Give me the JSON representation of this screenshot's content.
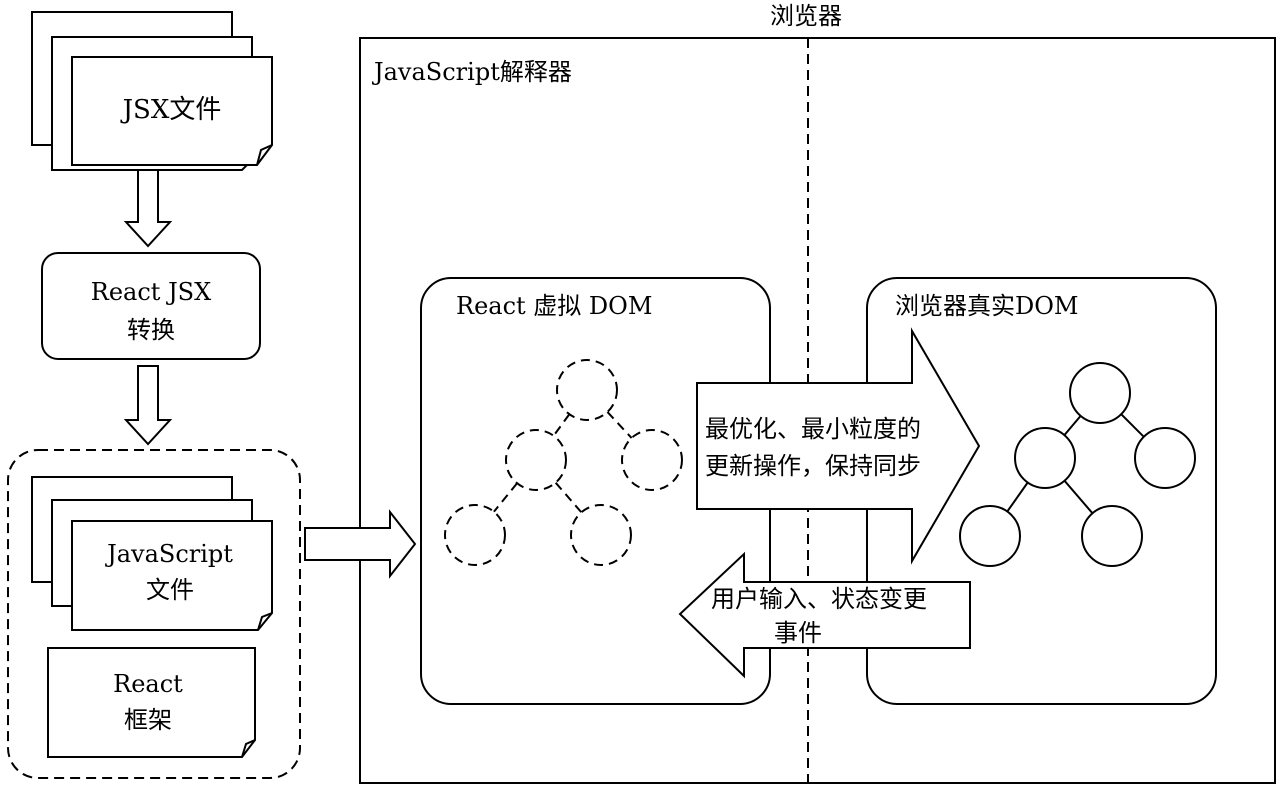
{
  "browser": {
    "title": "浏览器",
    "interpreter_label": "JavaScript解释器"
  },
  "pipeline": {
    "jsx_file": "JSX文件",
    "transform_line1": "React JSX",
    "transform_line2": "转换",
    "js_file_line1": "JavaScript",
    "js_file_line2": "文件",
    "framework_line1": "React",
    "framework_line2": "框架"
  },
  "virtual_dom": {
    "title": "React 虚拟 DOM"
  },
  "real_dom": {
    "title": "浏览器真实DOM"
  },
  "arrows": {
    "update_line1": "最优化、最小粒度的",
    "update_line2": "更新操作，保持同步",
    "event_line1": "用户输入、状态变更",
    "event_line2": "事件"
  },
  "colors": {
    "stroke": "#000000",
    "background": "#ffffff"
  }
}
